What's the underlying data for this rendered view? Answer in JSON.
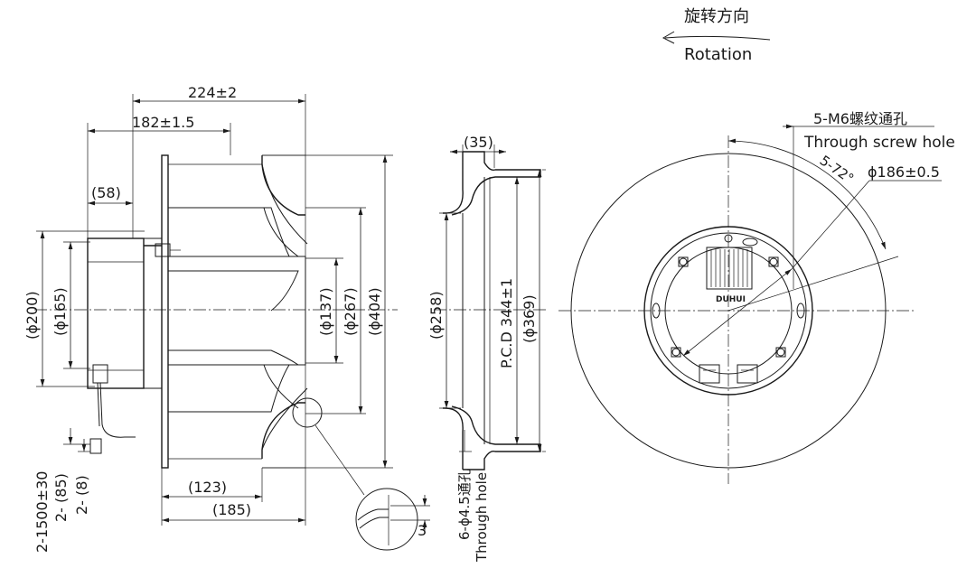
{
  "rotation": {
    "label_cn": "旋转方向",
    "label_en": "Rotation"
  },
  "side_view": {
    "dim_224": "224±2",
    "dim_182": "182±1.5",
    "dim_58": "(58)",
    "dim_200": "(ϕ200)",
    "dim_165": "(ϕ165)",
    "dim_137": "(ϕ137)",
    "dim_267": "(ϕ267)",
    "dim_404": "(ϕ404)",
    "dim_123": "(123)",
    "dim_185": "(185)",
    "cable_length": "2-1500±30",
    "cable_85": "2- (85)",
    "cable_8": "2- (8)",
    "detail_3": "3"
  },
  "section_view": {
    "dim_35": "(35)",
    "dim_258": "(ϕ258)",
    "pcd": "P.C.D 344±1",
    "dim_369": "(ϕ369)",
    "holes_cn": "6-ϕ4.5通孔",
    "holes_en": "Through hole"
  },
  "front_view": {
    "screw_cn": "5-M6螺纹通孔",
    "screw_en": "Through screw hole",
    "angle": "5-72°",
    "dim_186": "ϕ186±0.5",
    "logo": "DUHUI"
  }
}
